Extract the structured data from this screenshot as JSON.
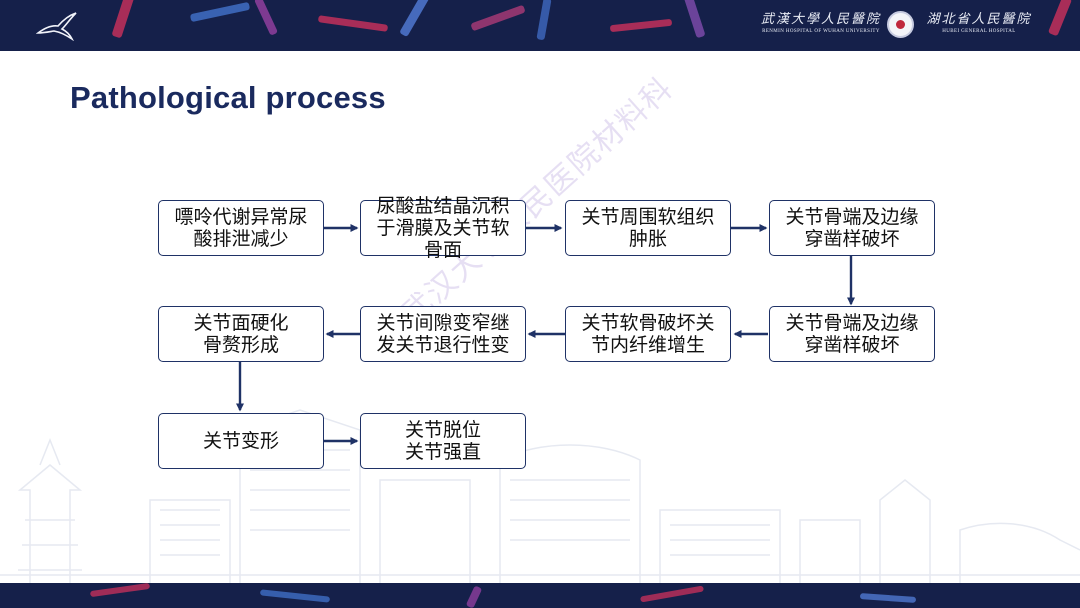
{
  "header": {
    "hospital_left": {
      "cn": "武漢大學人民醫院",
      "en": "RENMIN HOSPITAL OF WUHAN UNIVERSITY"
    },
    "hospital_right": {
      "cn": "湖北省人民醫院",
      "en": "HUBEI  GENERAL  HOSPITAL"
    },
    "logo_icon": "crane-bird-icon",
    "seal_icon": "hospital-seal-icon"
  },
  "title": "Pathological process",
  "watermark": "武汉大学人民医院材料科",
  "flow": {
    "nodes": [
      {
        "id": "n1",
        "lines": [
          "嘌呤代谢异常尿",
          "酸排泄减少"
        ]
      },
      {
        "id": "n2",
        "lines": [
          "尿酸盐结晶沉积",
          "于滑膜及关节软",
          "骨面"
        ]
      },
      {
        "id": "n3",
        "lines": [
          "关节周围软组织",
          "肿胀"
        ]
      },
      {
        "id": "n4",
        "lines": [
          "关节骨端及边缘",
          "穿凿样破坏"
        ]
      },
      {
        "id": "n5",
        "lines": [
          "关节骨端及边缘",
          "穿凿样破坏"
        ]
      },
      {
        "id": "n6",
        "lines": [
          "关节软骨破坏关",
          "节内纤维增生"
        ]
      },
      {
        "id": "n7",
        "lines": [
          "关节间隙变窄继",
          "发关节退行性变"
        ]
      },
      {
        "id": "n8",
        "lines": [
          "关节面硬化",
          "骨赘形成"
        ]
      },
      {
        "id": "n9",
        "lines": [
          "关节变形"
        ]
      },
      {
        "id": "n10",
        "lines": [
          "关节脱位",
          "关节强直"
        ]
      }
    ]
  },
  "colors": {
    "banner": "#15204a",
    "title": "#1a2a5e",
    "box_border": "#1f3266",
    "arrow": "#1f3266"
  }
}
